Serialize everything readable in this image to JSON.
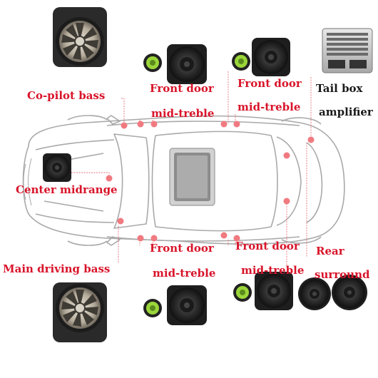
{
  "labels": {
    "copilot_bass": "Co-pilot bass",
    "front_door_tl_1": "Front door",
    "front_door_tl_2": "mid-treble",
    "front_door_tr_1": "Front door",
    "front_door_tr_2": "mid-treble",
    "tail_box_1": "Tail box",
    "tail_box_2": "amplifier",
    "center_midrange": "Center midrange",
    "main_driving_bass": "Main driving bass",
    "front_door_bl_1": "Front door",
    "front_door_bl_2": "mid-treble",
    "front_door_br_1": "Front door",
    "front_door_br_2": "mid-treble",
    "rear_surround_1": "Rear",
    "rear_surround_2": "surround"
  },
  "colors": {
    "label_red": "#d8142a",
    "marker_dot": "#f07a80",
    "leader_line": "#e6707a",
    "car_outline": "#a9a9a9",
    "speaker_cone": "#3a3a3a",
    "tweeter_green": "#9bd63a"
  },
  "icons": {
    "subwoofer": "subwoofer-icon",
    "tweeter": "tweeter-icon",
    "midrange": "midrange-speaker-icon",
    "amplifier": "amplifier-icon",
    "car": "car-topview-icon"
  }
}
